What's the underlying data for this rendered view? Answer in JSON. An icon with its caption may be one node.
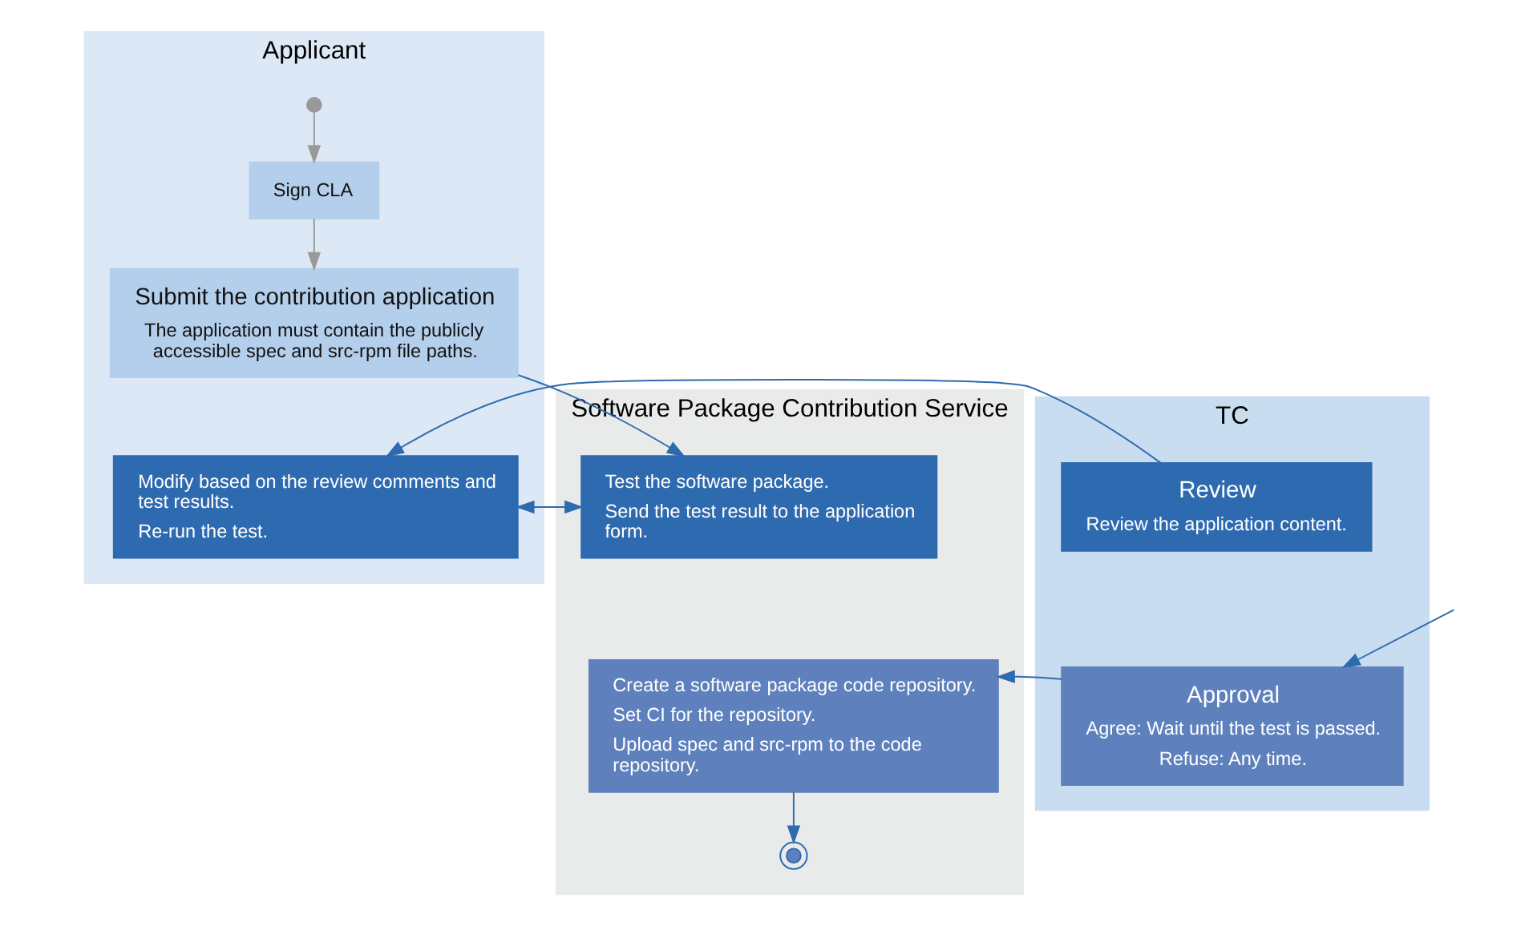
{
  "diagram": {
    "nodes": [
      {
        "text": [
          "Applicant"
        ]
      },
      {
        "text": [
          "TC"
        ]
      },
      {
        "text": [
          "Software Package Contribution Service"
        ]
      },
      {
        "text": [],
        "shape": "circle",
        "in": 0
      },
      {
        "text": [
          "Sign CLA"
        ],
        "in": 0
      },
      {
        "text": [
          "Submit the contribution application",
          "The application must contain the publicly accessible spec and src-rpm file paths."
        ],
        "in": 0
      },
      {
        "text": [
          "Modify based on the review comments and test results.",
          "Re-run the test."
        ],
        "in": 0
      },
      {
        "text": [
          "Review",
          "Review the application content."
        ],
        "in": 1
      },
      {
        "text": [
          "Approval",
          "Agree: Wait until the test is passed.",
          "Refuse: Any time."
        ],
        "in": 1
      },
      {
        "text": [
          "Test the software package.",
          "Send the test result to the application form."
        ],
        "in": 2
      },
      {
        "text": [
          "Create a software package code repository.",
          "Set CI for the repository.",
          "Upload spec and src-rpm to the code repository."
        ],
        "in": 2
      },
      {
        "text": [],
        "shape": "circle",
        "in": 2
      }
    ],
    "edges": [
      {
        "from": 3,
        "to": 4,
        "arrow": "to",
        "color": "#999999"
      },
      {
        "from": 4,
        "to": 5,
        "arrow": "to",
        "color": "#999999"
      },
      {
        "from": 5,
        "to": 9,
        "arrow": "to"
      },
      {
        "from": 9,
        "to": 6,
        "arrow": "to"
      },
      {
        "from": 7,
        "to": 6,
        "arrow": "to"
      },
      {
        "from": 6,
        "to": 9,
        "arrow": "to"
      },
      {
        "from": null,
        "to": 8,
        "arrow": "to"
      },
      {
        "from": 8,
        "to": 10,
        "arrow": "to"
      },
      {
        "from": 10,
        "to": 11,
        "arrow": "to"
      }
    ]
  }
}
